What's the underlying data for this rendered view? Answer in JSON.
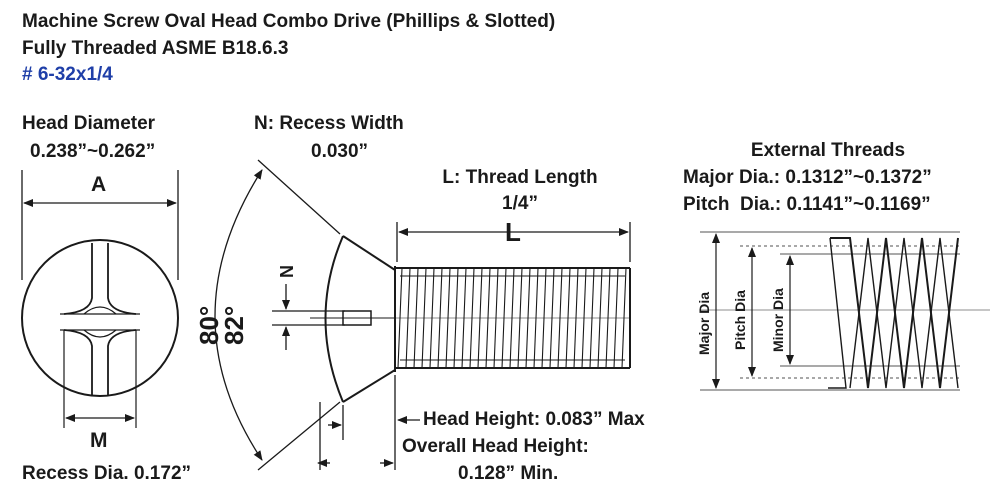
{
  "title_line1": "Machine Screw Oval Head Combo Drive (Phillips & Slotted)",
  "title_line2": "Fully Threaded ASME B18.6.3",
  "size": "# 6-32x1/4",
  "head_diameter": {
    "label": "Head Diameter",
    "value": "0.238”~0.262”",
    "letter": "A"
  },
  "recess_width": {
    "label": "N: Recess Width",
    "value": "0.030”",
    "letter": "N"
  },
  "thread_length": {
    "label": "L: Thread Length",
    "value": "1/4”",
    "letter": "L"
  },
  "external_threads": {
    "title": "External Threads",
    "major": "Major Dia.: 0.1312”~0.1372”",
    "pitch": "Pitch  Dia.: 0.1141”~0.1169”",
    "labels": {
      "major": "Major Dia",
      "pitch": "Pitch Dia",
      "minor": "Minor Dia"
    }
  },
  "angles": {
    "a1": "80°",
    "a2": "82°"
  },
  "recess_dia": {
    "letter": "M",
    "label": "Recess Dia. 0.172”"
  },
  "head_height": "Head Height: 0.083” Max",
  "overall_head_height": {
    "label": "Overall Head Height:",
    "value": "0.128” Min."
  }
}
